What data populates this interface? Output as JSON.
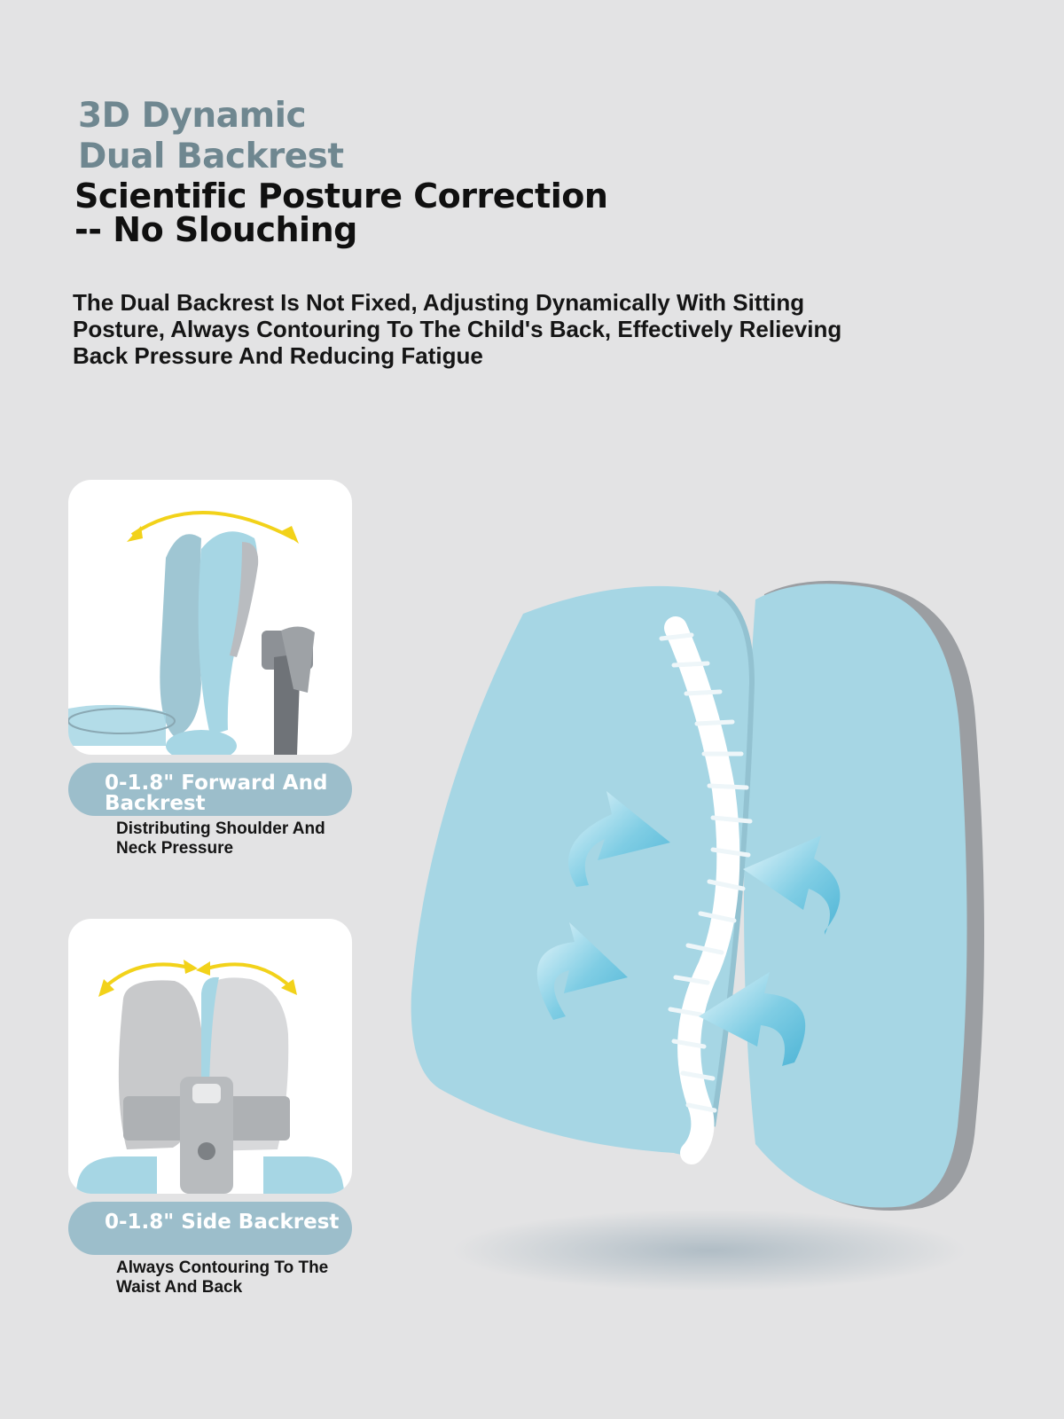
{
  "headline": {
    "accent": "3D Dynamic Dual Backrest",
    "main": "Scientific Posture Correction -- No Slouching"
  },
  "description": "The Dual Backrest Is Not Fixed, Adjusting Dynamically With Sitting Posture, Always Contouring To The Child's Back, Effectively Relieving Back Pressure And Reducing Fatigue",
  "features": [
    {
      "title": "0-1.8\" Forward And Backrest",
      "caption": "Distributing Shoulder And Neck Pressure"
    },
    {
      "title": "0-1.8\" Side Backrest",
      "caption": "Always Contouring To The Waist And Back"
    }
  ],
  "colors": {
    "background": "#e3e3e4",
    "accent_text": "#6f8790",
    "pill": "#9cbecb",
    "cushion": "#a6d6e4",
    "arrow_yellow": "#f2d21a"
  },
  "icons": [
    "double-arrow-icon",
    "rotate-arrow-icon",
    "spine-illustration"
  ]
}
